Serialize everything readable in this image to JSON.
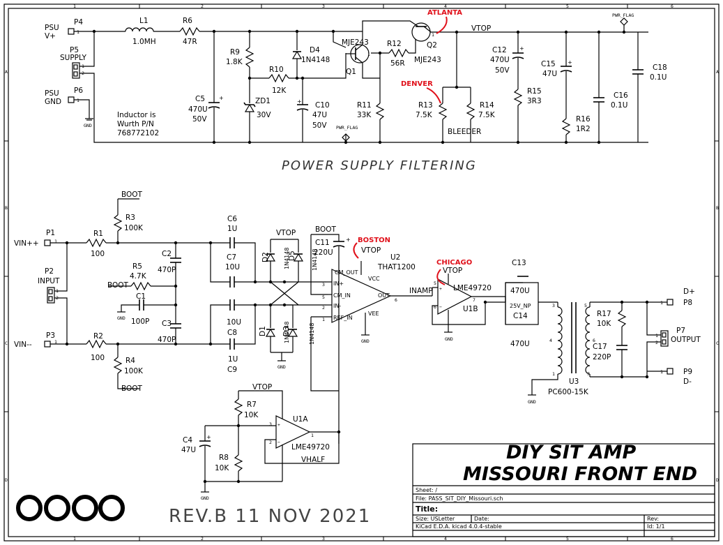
{
  "section": {
    "power_filtering": "POWER SUPPLY FILTERING"
  },
  "border": {
    "cols": [
      "1",
      "2",
      "3",
      "4",
      "5",
      "6"
    ],
    "rows": [
      "A",
      "B",
      "C",
      "D"
    ]
  },
  "power": {
    "psu_vplus": [
      "PSU",
      "V+"
    ],
    "psu_gnd": [
      "PSU",
      "GND"
    ],
    "supply": "SUPPLY",
    "p4": "P4",
    "p5": "P5",
    "p6": "P6",
    "l1": "L1",
    "l1_val": "1.0MH",
    "r6": "R6",
    "r6_val": "47R",
    "r9": "R9",
    "r9_val": "1.8K",
    "d4": "D4",
    "d4_val": "1N4148",
    "r10": "R10",
    "r10_val": "12K",
    "zd1": "ZD1",
    "zd1_val": "30V",
    "c5": "C5",
    "c5_val": [
      "470U",
      "50V"
    ],
    "c10": "C10",
    "c10_val": [
      "47U",
      "50V"
    ],
    "q1": "Q1",
    "q1_type": "MJE243",
    "q2": "Q2",
    "q2_type": "MJE243",
    "r11": "R11",
    "r11_val": "33K",
    "r12": "R12",
    "r12_val": "56R",
    "r13": "R13",
    "r13_val": "7.5K",
    "r14": "R14",
    "r14_val": "7.5K",
    "bleeder": "BLEEDER",
    "c12": "C12",
    "c12_val": [
      "470U",
      "50V"
    ],
    "r15": "R15",
    "r15_val": "3R3",
    "c15": "C15",
    "c15_val": "47U",
    "r16": "R16",
    "r16_val": "1R2",
    "c16": "C16",
    "c16_val": "0.1U",
    "c18": "C18",
    "c18_val": "0.1U",
    "vtop": "VTOP",
    "pwr_flag": "PWR_FLAG",
    "gnd": "GND",
    "note": [
      "Inductor is",
      "Wurth P/N",
      "768772102"
    ]
  },
  "input": {
    "p1": "P1",
    "vinpp": "VIN++",
    "p2": "P2",
    "input": "INPUT",
    "p3": "P3",
    "vinmm": "VIN--",
    "r1": "R1",
    "r1_val": "100",
    "r2": "R2",
    "r2_val": "100",
    "r3": "R3",
    "r3_val": "100K",
    "r4": "R4",
    "r4_val": "100K",
    "r5": "R5",
    "r5_val": "4.7K",
    "boot": "BOOT",
    "c1": "C1",
    "c1_val": "100P",
    "c2": "C2",
    "c2_val": "470P",
    "c3": "C3",
    "c3_val": "470P",
    "c6": "C6",
    "c6_val": "1U",
    "c7": "C7",
    "c7_val": "10U",
    "c8": "C8",
    "c8_val": "10U",
    "c9": "C9",
    "c9_val": "1U",
    "d1": "D1",
    "d2": "D2",
    "d3": "D3",
    "d5": "D5",
    "diode_val": "1N4148",
    "c11": "C11",
    "c11_val": "220U",
    "u2": "U2",
    "u2_type": "THAT1200",
    "pins": {
      "in_p": "IN+",
      "cm_in": "CM_IN",
      "in_m": "IN-",
      "ref_in": "REF_IN",
      "cm_out": "CM_OUT",
      "vcc": "VCC",
      "out": "OUT",
      "vee": "VEE"
    },
    "inamp": "INAMP",
    "u1b": "U1B",
    "u1_type": "LME49720",
    "c13": "C13",
    "c13_val": "470U",
    "c14": "C14",
    "c14_val": "470U",
    "np": "25V_NP",
    "u3": "U3",
    "u3_type": "PC600-15K",
    "r17": "R17",
    "r17_val": "10K",
    "c17": "C17",
    "c17_val": "220P",
    "p7": "P7",
    "output": "OUTPUT",
    "p8": "P8",
    "dplus": "D+",
    "p9": "P9",
    "dminus": "D-",
    "u1a": "U1A",
    "vhalf": "VHALF",
    "r7": "R7",
    "r7_val": "10K",
    "r8": "R8",
    "r8_val": "10K",
    "c4": "C4",
    "c4_val": "47U"
  },
  "annotations": {
    "atlanta": "ATLANTA",
    "denver": "DENVER",
    "boston": "BOSTON",
    "chicago": "CHICAGO",
    "color": "#e0101a"
  },
  "title_block": {
    "title1": "DIY SIT AMP",
    "title2": "MISSOURI FRONT END",
    "rev_date": "REV.B   11 NOV 2021",
    "sheet": "Sheet: /",
    "file": "File: PASS_SIT_DIY_Missouri.sch",
    "title": "Title:",
    "size": "Size: USLetter",
    "date": "Date:",
    "rev": "Rev:",
    "kicad": "KiCad E.D.A.  kicad 4.0.4-stable",
    "id": "Id: 1/1"
  }
}
